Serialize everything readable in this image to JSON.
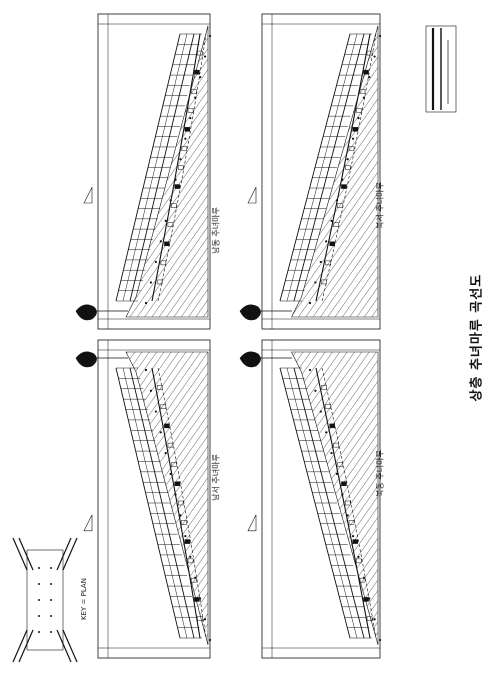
{
  "drawing": {
    "title": "상층 추녀마루 곡선도",
    "panels": [
      {
        "id": "bottom-left",
        "label": "남서 추녀마루"
      },
      {
        "id": "top-left",
        "label": "남동 추녀마루"
      },
      {
        "id": "bottom-right",
        "label": "북동 추녀마루"
      },
      {
        "id": "top-right",
        "label": "북서 추녀마루"
      }
    ],
    "key_plan_label": "KEY = PLAN",
    "colors": {
      "line": "#111111",
      "hatch": "#444444",
      "paper": "#ffffff"
    }
  }
}
